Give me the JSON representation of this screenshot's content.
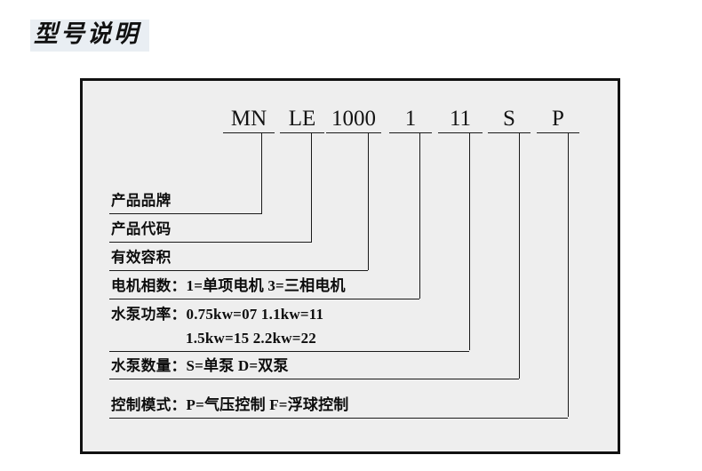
{
  "page": {
    "title": "型号说明",
    "background": "#ffffff",
    "title_highlight": "#e9eef3"
  },
  "diagram": {
    "box_background": "#eeeeee",
    "border_color": "#111111",
    "line_color": "#1a1a1a",
    "code_segments": [
      {
        "text": "MN",
        "key": "brand"
      },
      {
        "text": "LE",
        "key": "product-code"
      },
      {
        "text": "1000",
        "key": "volume"
      },
      {
        "text": "1",
        "key": "motor-phase"
      },
      {
        "text": "11",
        "key": "pump-power"
      },
      {
        "text": "S",
        "key": "pump-count"
      },
      {
        "text": "P",
        "key": "control-mode"
      }
    ],
    "rows": [
      {
        "key": "brand",
        "label": "产品品牌",
        "value": "",
        "value2": ""
      },
      {
        "key": "product-code",
        "label": "产品代码",
        "value": "",
        "value2": ""
      },
      {
        "key": "volume",
        "label": "有效容积",
        "value": "",
        "value2": ""
      },
      {
        "key": "motor-phase",
        "label": "电机相数：",
        "value": "1=单项电机  3=三相电机",
        "value2": ""
      },
      {
        "key": "pump-power",
        "label": "水泵功率：",
        "value": "0.75kw=07  1.1kw=11",
        "value2": "1.5kw=15   2.2kw=22"
      },
      {
        "key": "pump-count",
        "label": "水泵数量：",
        "value": "S=单泵    D=双泵",
        "value2": ""
      },
      {
        "key": "control-mode",
        "label": "控制模式：",
        "value": "P=气压控制  F=浮球控制",
        "value2": ""
      }
    ]
  }
}
